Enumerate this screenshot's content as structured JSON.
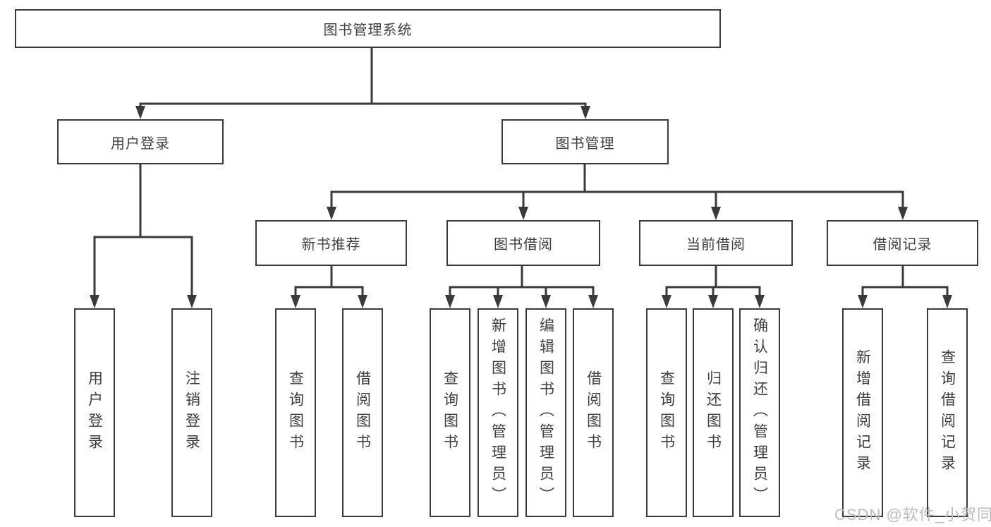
{
  "diagram": {
    "root": {
      "label": "图书管理系统"
    },
    "branches": [
      {
        "label": "用户登录",
        "leaves": [
          {
            "label": "用户登录"
          },
          {
            "label": "注销登录"
          }
        ]
      },
      {
        "label": "图书管理",
        "groups": [
          {
            "label": "新书推荐",
            "leaves": [
              {
                "label": "查询图书"
              },
              {
                "label": "借阅图书"
              }
            ]
          },
          {
            "label": "图书借阅",
            "leaves": [
              {
                "label": "查询图书"
              },
              {
                "label": "新增图书（管理员）"
              },
              {
                "label": "编辑图书（管理员）"
              },
              {
                "label": "借阅图书"
              }
            ]
          },
          {
            "label": "当前借阅",
            "leaves": [
              {
                "label": "查询图书"
              },
              {
                "label": "归还图书"
              },
              {
                "label": "确认归还（管理员）"
              }
            ]
          },
          {
            "label": "借阅记录",
            "leaves": [
              {
                "label": "新增借阅记录"
              },
              {
                "label": "查询借阅记录"
              }
            ]
          }
        ]
      }
    ]
  },
  "watermark": {
    "text": "CSDN @软件_小贺同学"
  },
  "colors": {
    "line": "#3a3a3a",
    "text": "#3f3f3f",
    "watermark": "#bcbcbc",
    "background": "#ffffff"
  }
}
